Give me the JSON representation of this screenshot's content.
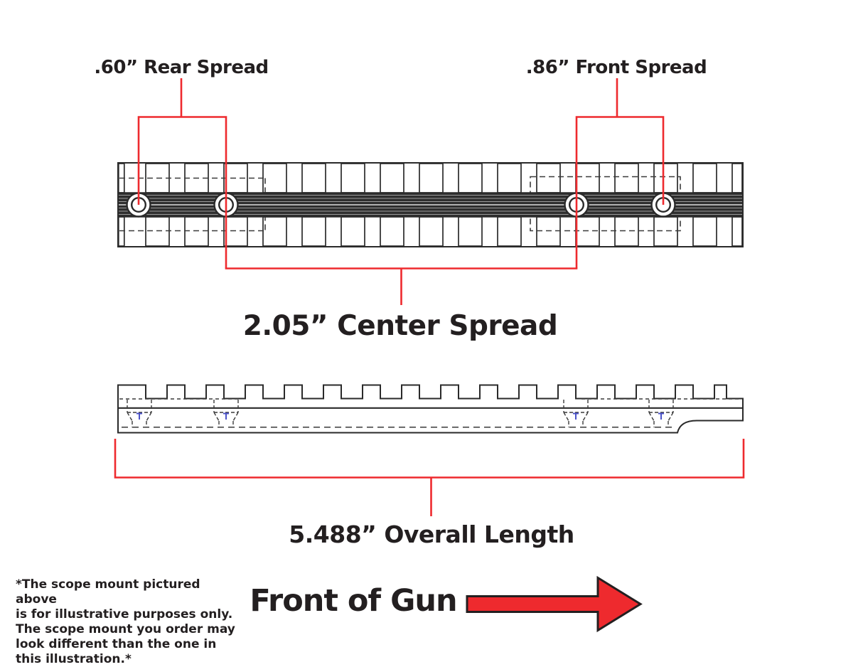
{
  "labels": {
    "rear_spread": ".60” Rear Spread",
    "front_spread": ".86” Front Spread",
    "center_spread": "2.05” Center Spread",
    "overall_length": "5.488” Overall Length",
    "front_of_gun": "Front of Gun"
  },
  "disclaimer_lines": [
    "*The scope mount pictured above",
    "is for illustrative purposes only.",
    "The scope mount you order may",
    "look different than the one in",
    "this illustration.*"
  ],
  "measurements": {
    "rear_spread_in": 0.6,
    "front_spread_in": 0.86,
    "center_spread_in": 2.05,
    "overall_length_in": 5.488
  },
  "colors": {
    "dimension_red": "#ee2a2e",
    "line_dark": "#2a2a2a",
    "dashed_gray": "#3a3a3a",
    "band_dark": "#2e2e2e",
    "band_stripe": "#9b9b9b",
    "band_stripe_center": "#dddddd",
    "hole_mark_blue": "#4a52c9",
    "text_black": "#231f20"
  }
}
